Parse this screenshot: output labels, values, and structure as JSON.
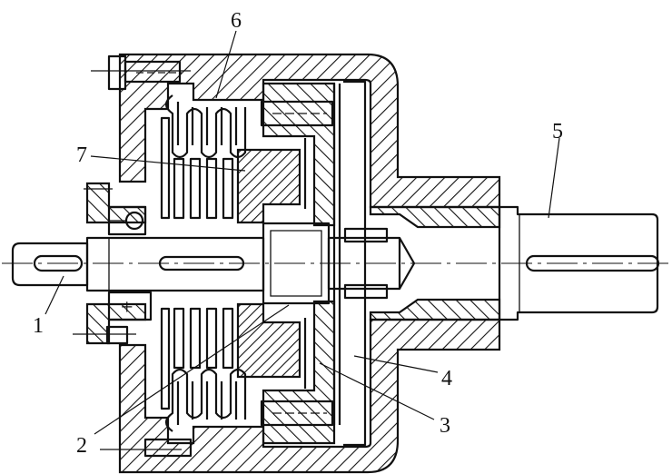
{
  "figure": {
    "callouts": [
      {
        "key": "1",
        "text": "1"
      },
      {
        "key": "2",
        "text": "2"
      },
      {
        "key": "3",
        "text": "3"
      },
      {
        "key": "4",
        "text": "4"
      },
      {
        "key": "5",
        "text": "5"
      },
      {
        "key": "6",
        "text": "6"
      },
      {
        "key": "7",
        "text": "7"
      }
    ],
    "plus_mark": "+"
  }
}
